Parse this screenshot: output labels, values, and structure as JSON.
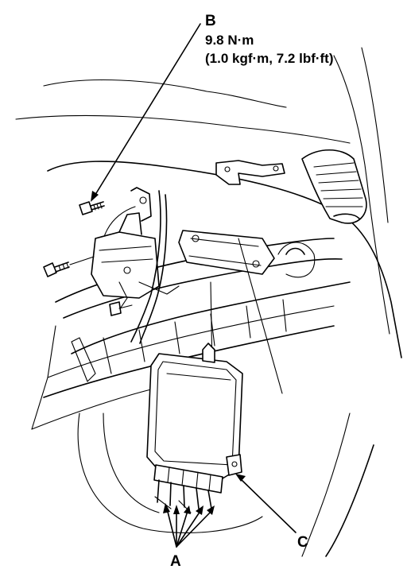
{
  "callouts": {
    "b": {
      "letter": "B",
      "torque": "9.8 N·m",
      "torque_alt": "(1.0 kgf·m, 7.2 lbf·ft)"
    },
    "a": {
      "letter": "A"
    },
    "c": {
      "letter": "C"
    }
  }
}
